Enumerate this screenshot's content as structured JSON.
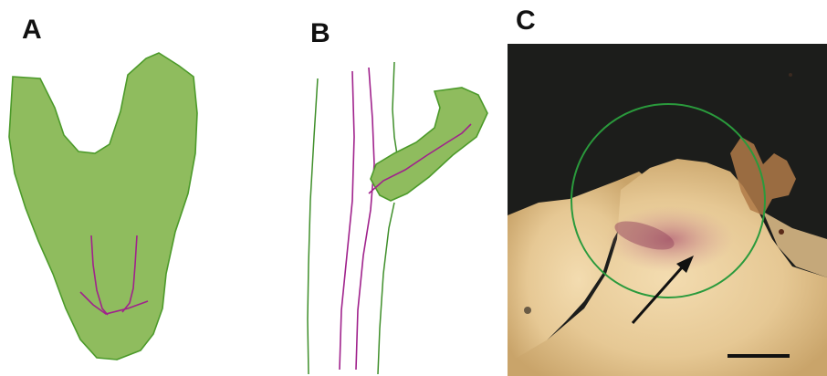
{
  "panels": {
    "a": {
      "label": "A"
    },
    "b": {
      "label": "B"
    },
    "c": {
      "label": "C"
    }
  },
  "colors": {
    "tissue_fill": "#8fbc5e",
    "tissue_stroke": "#4c9a2a",
    "vessel": "#a0228c",
    "outline": "#3f8f2a",
    "photo_background": "#1c1d1b",
    "tissue_photo": "#e9cf9f",
    "highlight_circle": "#2a9a3c",
    "arrow": "#111111",
    "scale_bar": "#111111"
  },
  "icons": {
    "arrow": "arrow-icon",
    "scale_bar": "scale-bar"
  }
}
